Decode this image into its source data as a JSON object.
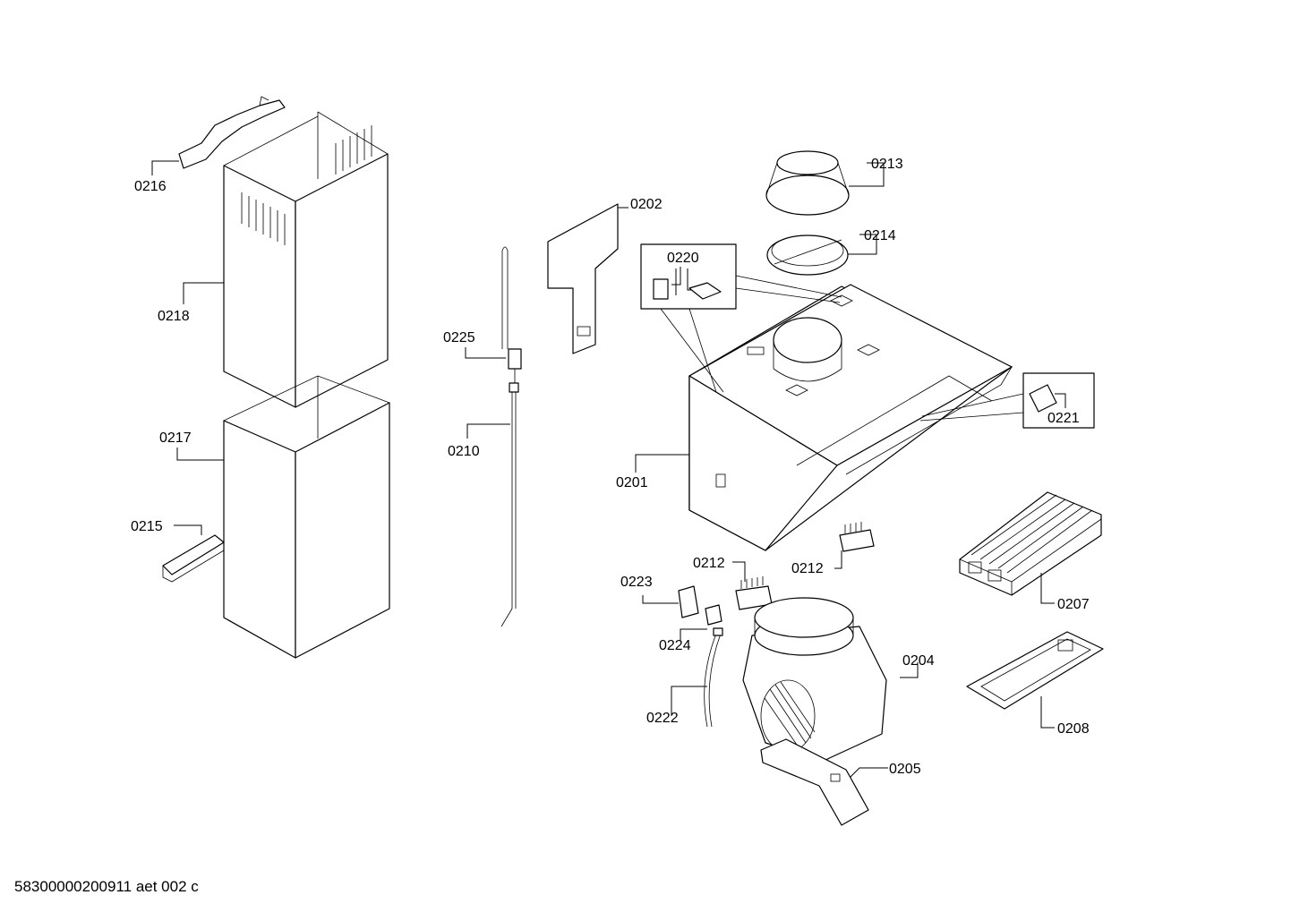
{
  "labels": {
    "p0216": "0216",
    "p0218": "0218",
    "p0217": "0217",
    "p0215": "0215",
    "p0225": "0225",
    "p0210": "0210",
    "p0202": "0202",
    "p0213": "0213",
    "p0214": "0214",
    "p0220": "0220",
    "p0221": "0221",
    "p0201": "0201",
    "p0212a": "0212",
    "p0212b": "0212",
    "p0223": "0223",
    "p0224": "0224",
    "p0222": "0222",
    "p0204": "0204",
    "p0205": "0205",
    "p0207": "0207",
    "p0208": "0208"
  },
  "footer": "58300000200911 aet 002 c"
}
